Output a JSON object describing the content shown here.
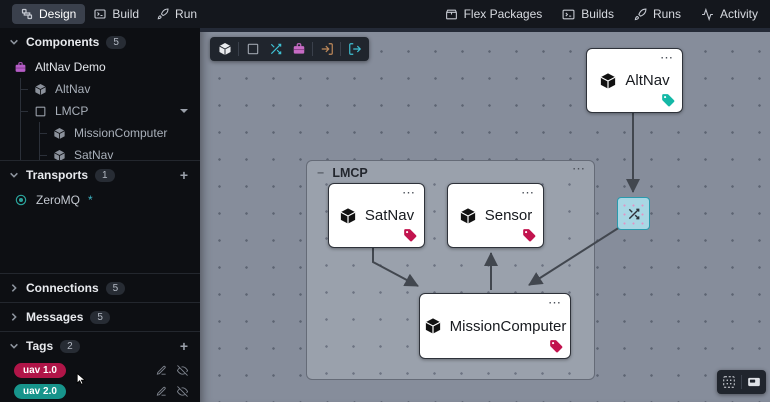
{
  "ui": {
    "more_glyph": "⋯",
    "add_glyph": "+",
    "collapse_glyph": "−",
    "dirty_glyph": "*"
  },
  "topbar": {
    "tabs": [
      {
        "label": "Design",
        "active": true
      },
      {
        "label": "Build",
        "active": false
      },
      {
        "label": "Run",
        "active": false
      }
    ],
    "menu": [
      {
        "label": "Flex Packages"
      },
      {
        "label": "Builds"
      },
      {
        "label": "Runs"
      },
      {
        "label": "Activity"
      }
    ]
  },
  "sidebar": {
    "components": {
      "label": "Components",
      "count": "5"
    },
    "tree": {
      "root": {
        "label": "AltNav Demo"
      },
      "items": [
        {
          "label": "AltNav"
        },
        {
          "label": "LMCP"
        },
        {
          "label": "MissionComputer"
        },
        {
          "label": "SatNav"
        }
      ]
    },
    "transports": {
      "label": "Transports",
      "count": "1",
      "items": [
        {
          "label": "ZeroMQ",
          "dirty": "*"
        }
      ]
    },
    "connections": {
      "label": "Connections",
      "count": "5"
    },
    "messages": {
      "label": "Messages",
      "count": "5"
    },
    "tags": {
      "label": "Tags",
      "count": "2",
      "items": [
        {
          "label": "uav 1.0",
          "color": "#b01548"
        },
        {
          "label": "uav 2.0",
          "color": "#17948b"
        }
      ]
    }
  },
  "canvas": {
    "toolbar_icons": [
      "component-cube",
      "group-rect",
      "router-shuffle",
      "package",
      "input-port",
      "output-port"
    ],
    "corner_icons": [
      "auto-layout",
      "minimap"
    ],
    "edge_color": "#42474f",
    "group": {
      "label": "LMCP"
    },
    "nodes": {
      "altnav": {
        "label": "AltNav",
        "tag_color": "#14b8a6"
      },
      "satnav": {
        "label": "SatNav",
        "tag_color": "#c2134e"
      },
      "sensor": {
        "label": "Sensor",
        "tag_color": "#c2134e"
      },
      "missioncomputer": {
        "label": "MissionComputer",
        "tag_color": "#c2134e"
      }
    },
    "edges": [
      {
        "from": "AltNav",
        "to": "router"
      },
      {
        "from": "router",
        "to": "MissionComputer"
      },
      {
        "from": "SatNav",
        "to": "MissionComputer"
      },
      {
        "from": "MissionComputer",
        "to": "Sensor"
      }
    ]
  }
}
